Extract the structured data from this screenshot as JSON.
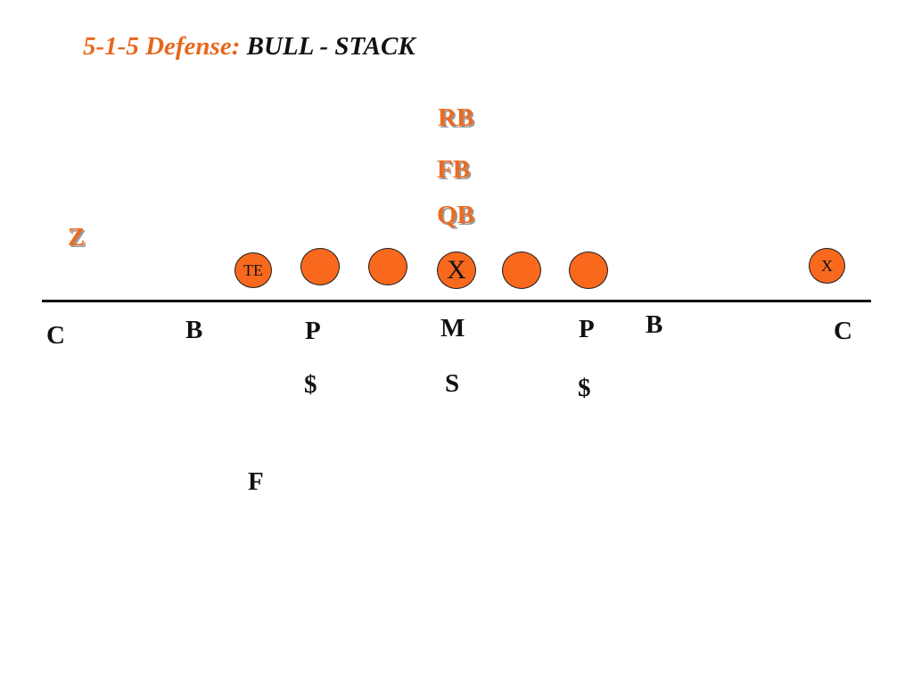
{
  "title": {
    "accent": "5-1-5 Defense:",
    "rest": "BULL - STACK"
  },
  "colors": {
    "accent": "#e8671c",
    "player_fill": "#f8691d",
    "line": "#111111"
  },
  "offense": {
    "backs": [
      "RB",
      "FB",
      "QB"
    ],
    "receivers": {
      "z": "Z",
      "te": "TE",
      "center": "X",
      "x": "X"
    }
  },
  "defense": {
    "corner_left": "C",
    "backer_left": "B",
    "plug_left": "P",
    "mike": "M",
    "plug_right": "P",
    "backer_right": "B",
    "corner_right": "C",
    "dollar_left": "$",
    "safety": "S",
    "dollar_right": "$",
    "free": "F"
  }
}
